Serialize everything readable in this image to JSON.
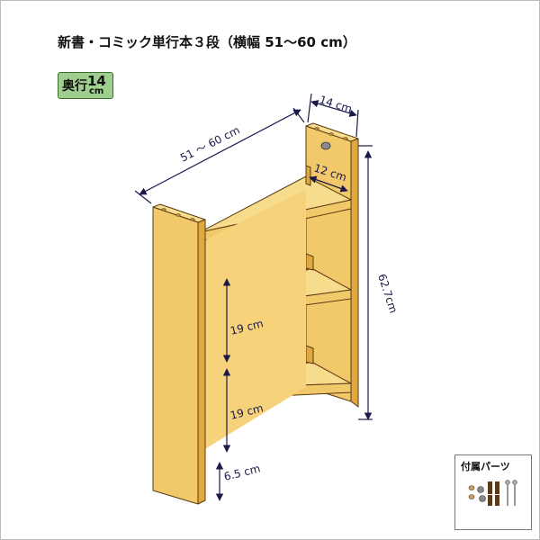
{
  "title": "新書・コミック単行本３段（横幅 51～60 cm）",
  "depth_badge": {
    "label": "奥行",
    "value": "14",
    "unit": "cm"
  },
  "dimensions": {
    "width": "51 ～ 60 cm",
    "depth_outer": "14 cm",
    "depth_shelf": "12 cm",
    "height": "62.7cm",
    "gap_upper": "19 cm",
    "gap_lower": "19 cm",
    "base": "6.5 cm"
  },
  "parts": {
    "label": "付属パーツ"
  },
  "colors": {
    "wood": "#f2c96a",
    "wood_dark": "#e0a93f",
    "line": "#1a1a4a",
    "badge": "#9fcf8f"
  }
}
